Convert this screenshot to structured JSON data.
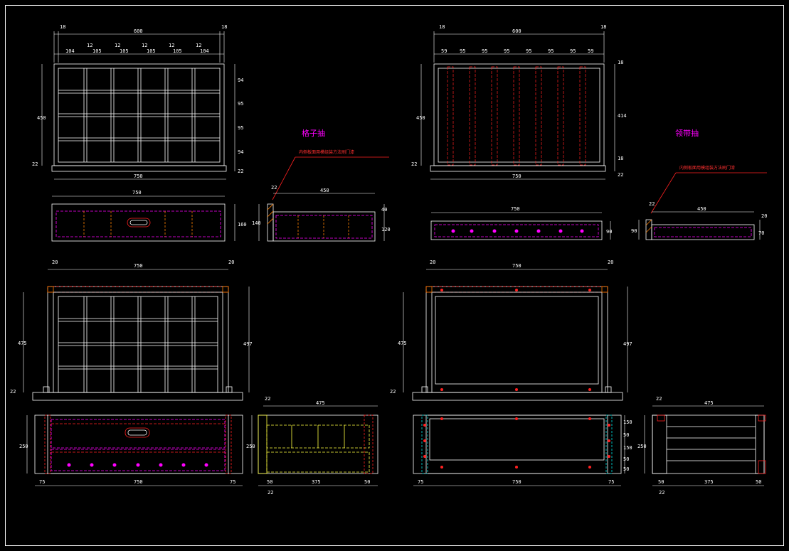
{
  "titles": {
    "left": "格子抽",
    "right": "领带抽"
  },
  "notes": {
    "left": "内侧板面用模组装方法刷门漆",
    "right": "内侧板面用模组装方法刷门漆"
  },
  "dims": {
    "w600": "600",
    "w750": "750",
    "w450": "450",
    "w475": "475",
    "w375": "375",
    "d18": "18",
    "d20": "20",
    "d22": "22",
    "d12": "12",
    "d104": "104",
    "d105": "105",
    "d59": "59",
    "d95": "95",
    "d94": "94",
    "d75": "75",
    "d50": "50",
    "d40": "40",
    "d90": "90",
    "d120": "120",
    "d140": "140",
    "d160": "160",
    "d20b": "20",
    "d70": "70",
    "d250": "250",
    "d450v": "450",
    "d414": "414",
    "d475v": "475",
    "d497": "497",
    "d150": "150"
  },
  "colors": {
    "line": "#ffffff",
    "dim": "#ffffff",
    "magenta": "#ff00ff",
    "red": "#ff2020",
    "yellow": "#ffff40",
    "cyan": "#00e0e0",
    "orange": "#ff8000"
  }
}
